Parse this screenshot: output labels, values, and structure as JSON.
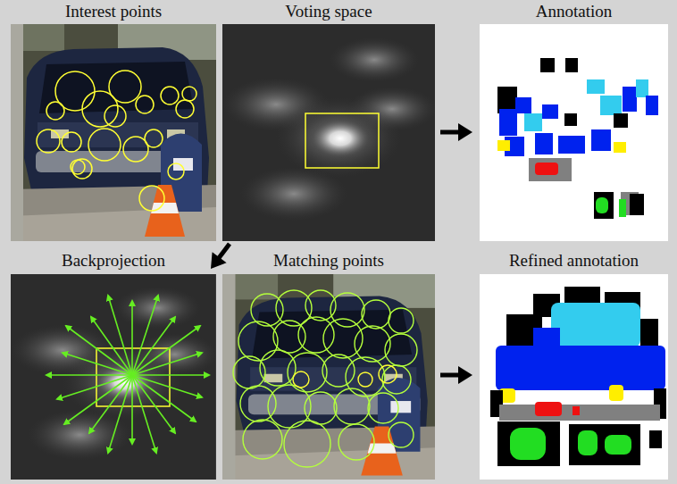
{
  "diagram": {
    "nodes": [
      {
        "text": [
          "Interest points"
        ]
      },
      {
        "text": [
          "Voting space"
        ]
      },
      {
        "text": [
          "Annotation"
        ]
      },
      {
        "text": [
          "Backprojection"
        ]
      },
      {
        "text": [
          "Matching points"
        ]
      },
      {
        "text": [
          "Refined annotation"
        ]
      }
    ],
    "edges": [
      {
        "from": 1,
        "to": 2,
        "arrow": "to"
      },
      {
        "from": 1,
        "to": 3,
        "arrow": "to"
      },
      {
        "from": 4,
        "to": 5,
        "arrow": "to"
      }
    ]
  }
}
